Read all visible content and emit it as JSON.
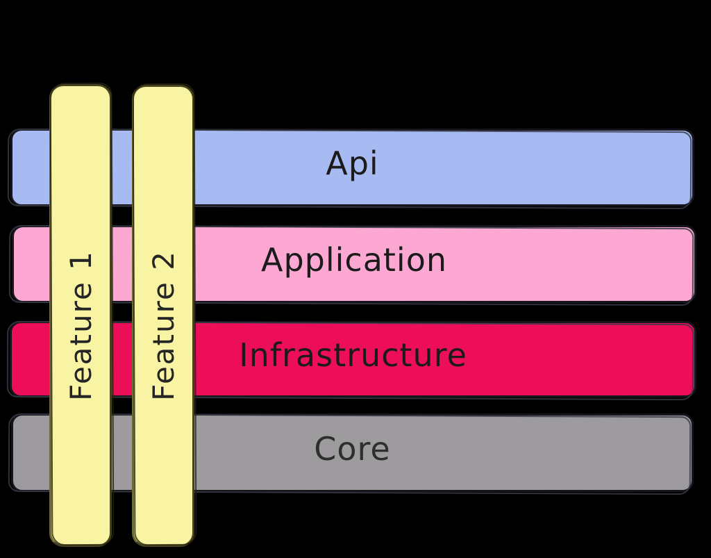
{
  "diagram": {
    "type": "architecture-layers",
    "background": "#000000",
    "outline": "#15151b",
    "layers": [
      {
        "label": "Api",
        "fill": "#a7baf2"
      },
      {
        "label": "Application",
        "fill": "#fca8d2"
      },
      {
        "label": "Infrastructure",
        "fill": "#ec0e59"
      },
      {
        "label": "Core",
        "fill": "#9d9b9d"
      }
    ],
    "features": [
      {
        "label": "Feature 1",
        "fill": "#f9f4a3"
      },
      {
        "label": "Feature 2",
        "fill": "#f9f4a3"
      }
    ]
  }
}
